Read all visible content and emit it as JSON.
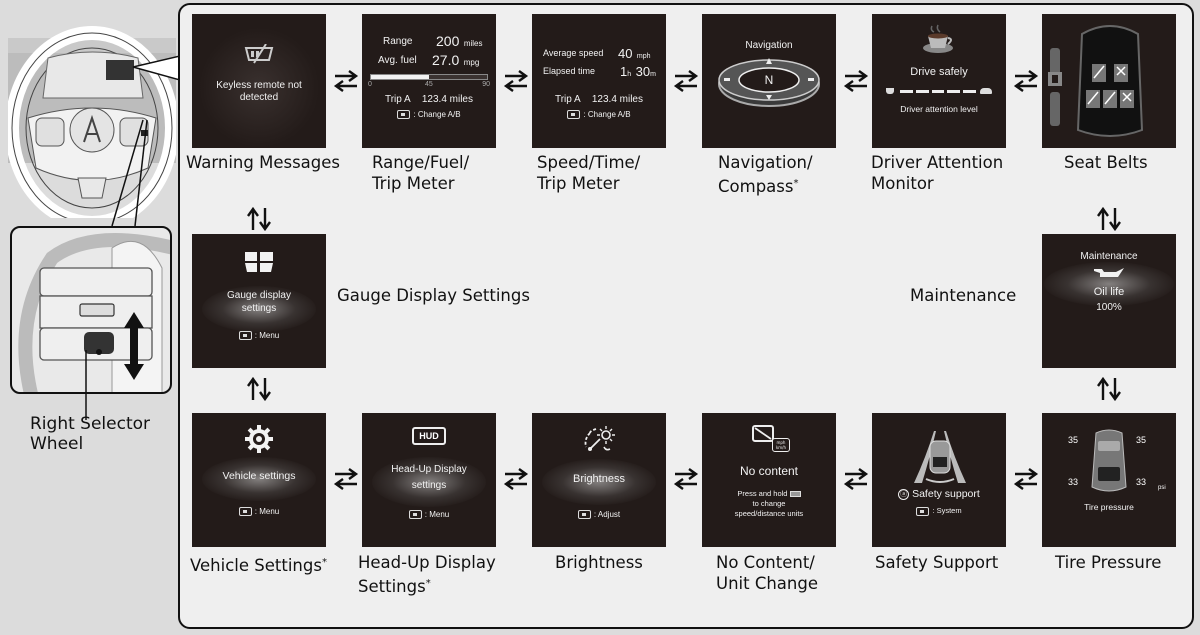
{
  "left_panel": {
    "selector_label_line1": "Right Selector",
    "selector_label_line2": "Wheel"
  },
  "screens": {
    "warning": {
      "caption_line1": "Warning Messages",
      "icon": "keyless-remote-crossed-icon",
      "text_line1": "Keyless remote not",
      "text_line2": "detected"
    },
    "range_fuel": {
      "caption_line1": "Range/Fuel/",
      "caption_line2": "Trip Meter",
      "range_label": "Range",
      "range_value": "200",
      "range_unit": "miles",
      "fuel_label": "Avg. fuel",
      "fuel_value": "27.0",
      "fuel_unit": "mpg",
      "bar_ticks": [
        "0",
        "45",
        "90"
      ],
      "bar_fill_value": 45,
      "bar_max": 90,
      "trip_label": "Trip A",
      "trip_value": "123.4 miles",
      "hint": ": Change A/B"
    },
    "speed_time": {
      "caption_line1": "Speed/Time/",
      "caption_line2": "Trip Meter",
      "speed_label": "Average speed",
      "speed_value": "40",
      "speed_unit": "mph",
      "time_label": "Elapsed time",
      "time_hours": "1",
      "time_h_unit": "h",
      "time_minutes": "30",
      "time_m_unit": "m",
      "trip_label": "Trip A",
      "trip_value": "123.4 miles",
      "hint": ": Change A/B"
    },
    "navigation": {
      "caption_line1": "Navigation/",
      "caption_line2": "Compass",
      "caption_mark": "*",
      "title": "Navigation",
      "heading": "N"
    },
    "driver_attention": {
      "caption_line1": "Driver Attention",
      "caption_line2": "Monitor",
      "title": "Drive safely",
      "level_label": "Driver attention level",
      "level_segments": 5
    },
    "seat_belts": {
      "caption_line1": "Seat Belts"
    },
    "gauge_display": {
      "caption_line1": "Gauge Display Settings",
      "text_line1": "Gauge display",
      "text_line2": "settings",
      "hint": ": Menu"
    },
    "maintenance": {
      "caption_line1": "Maintenance",
      "title": "Maintenance",
      "oil_label": "Oil life",
      "oil_value": "100%"
    },
    "vehicle_settings": {
      "caption_line1": "Vehicle Settings",
      "caption_mark": "*",
      "text_line1": "Vehicle settings",
      "hint": ": Menu"
    },
    "hud_settings": {
      "caption_line1": "Head-Up Display",
      "caption_line2": "Settings",
      "caption_mark": "*",
      "badge": "HUD",
      "text_line1": "Head-Up Display",
      "text_line2": "settings",
      "hint": ": Menu"
    },
    "brightness": {
      "caption_line1": "Brightness",
      "text_line1": "Brightness",
      "hint": ": Adjust"
    },
    "no_content": {
      "caption_line1": "No Content/",
      "caption_line2": "Unit Change",
      "title": "No content",
      "units_badge_top": "mph",
      "units_badge_bottom": "km/h",
      "text_line1": "Press and hold",
      "text_line2": "to change",
      "text_line3": "speed/distance units"
    },
    "safety_support": {
      "caption_line1": "Safety Support",
      "title": "Safety support",
      "hint": ": System"
    },
    "tire_pressure": {
      "caption_line1": "Tire Pressure",
      "front_left": "35",
      "front_right": "35",
      "rear_left": "33",
      "rear_right": "33",
      "unit": "psi",
      "label": "Tire pressure"
    }
  },
  "colors": {
    "screen_bg": "#231b19",
    "frame_bg": "#efefef",
    "page_bg": "#dcdcdc"
  }
}
